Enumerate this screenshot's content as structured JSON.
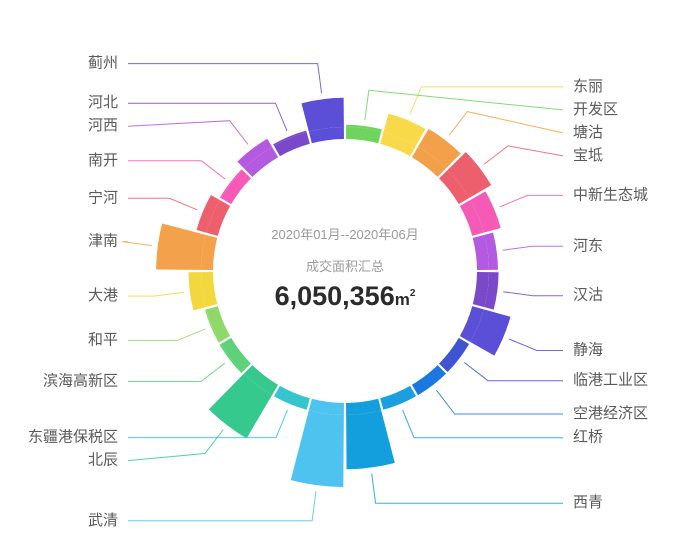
{
  "center": {
    "period": "2020年01月--2020年06月",
    "metric": "成交面积汇总",
    "total": "6,050,356",
    "unit": "m",
    "unit_sup": "2"
  },
  "chart_data": {
    "type": "pie",
    "subtype": "nightingale-rose-donut",
    "title": "成交面积汇总",
    "subtitle": "2020年01月--2020年06月",
    "value_unit": "m²",
    "total": 6050356,
    "inner_radius": 132,
    "base_radius": 144,
    "max_radius": 216,
    "start_angle_deg": -90,
    "categories": [
      "开发区",
      "东丽",
      "塘沽",
      "宝坻",
      "中新生态城",
      "河东",
      "汉沽",
      "静海",
      "临港工业区",
      "空港经济区",
      "红桥",
      "西青",
      "武清",
      "东疆港保税区",
      "北辰",
      "滨海高新区",
      "和平",
      "大港",
      "津南",
      "宁河",
      "南开",
      "河西",
      "河北",
      "蓟州"
    ],
    "values": [
      22000,
      185000,
      200000,
      245000,
      168000,
      86000,
      92000,
      265000,
      2000,
      2000,
      4000,
      520000,
      690000,
      3000,
      480000,
      14000,
      12000,
      120000,
      430000,
      96000,
      10000,
      90000,
      16000,
      280000
    ],
    "colors": [
      "#6ed45e",
      "#f7d94a",
      "#f3a04b",
      "#ee5f6e",
      "#f55bb6",
      "#b35ae0",
      "#7a49c9",
      "#5b4fd8",
      "#3e54d3",
      "#1b78e0",
      "#1b9fe0",
      "#139fdd",
      "#4ec3f0",
      "#34c5cf",
      "#35c98d",
      "#5ed17a",
      "#8ed96a",
      "#f2d73e",
      "#f4a14c",
      "#ee5f6e",
      "#f55bb6",
      "#b35ae0",
      "#7a49c9",
      "#5b4fd8"
    ],
    "legend": "none",
    "grid": false
  },
  "labels": [
    {
      "name": "开发区",
      "color": "#6ed45e"
    },
    {
      "name": "东丽",
      "color": "#f7d94a"
    },
    {
      "name": "塘沽",
      "color": "#f3a04b"
    },
    {
      "name": "宝坻",
      "color": "#ee5f6e"
    },
    {
      "name": "中新生态城",
      "color": "#f55bb6"
    },
    {
      "name": "河东",
      "color": "#b35ae0"
    },
    {
      "name": "汉沽",
      "color": "#7a49c9"
    },
    {
      "name": "静海",
      "color": "#5b4fd8"
    },
    {
      "name": "临港工业区",
      "color": "#3e54d3"
    },
    {
      "name": "空港经济区",
      "color": "#1b78e0"
    },
    {
      "name": "红桥",
      "color": "#1b9fe0"
    },
    {
      "name": "西青",
      "color": "#139fdd"
    },
    {
      "name": "武清",
      "color": "#4ec3f0"
    },
    {
      "name": "东疆港保税区",
      "color": "#34c5cf"
    },
    {
      "name": "北辰",
      "color": "#35c98d"
    },
    {
      "name": "滨海高新区",
      "color": "#5ed17a"
    },
    {
      "name": "和平",
      "color": "#8ed96a"
    },
    {
      "name": "大港",
      "color": "#f2d73e"
    },
    {
      "name": "津南",
      "color": "#f4a14c"
    },
    {
      "name": "宁河",
      "color": "#ee5f6e"
    },
    {
      "name": "南开",
      "color": "#f55bb6"
    },
    {
      "name": "河西",
      "color": "#b35ae0"
    },
    {
      "name": "河北",
      "color": "#7a49c9"
    },
    {
      "name": "蓟州",
      "color": "#5b4fd8"
    }
  ]
}
